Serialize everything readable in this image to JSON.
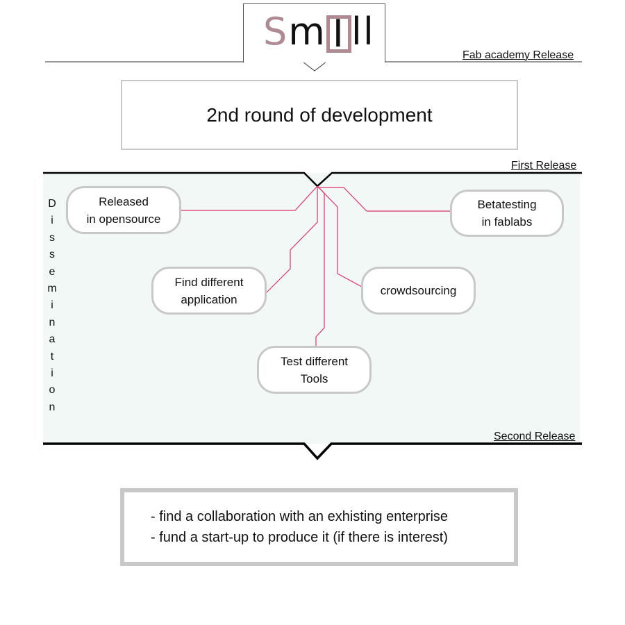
{
  "logo": {
    "text_s": "S",
    "text_m": "m",
    "text_i": "I",
    "text_ll": "ll"
  },
  "labels": {
    "fab_academy_release": "Fab academy Release",
    "first_release": "First Release",
    "second_release": "Second Release"
  },
  "title": "2nd round of development",
  "vertical_label": [
    "D",
    "i",
    "s",
    "s",
    "e",
    "m",
    "i",
    "n",
    "a",
    "t",
    "i",
    "o",
    "n"
  ],
  "nodes": {
    "released": "Released\nin opensource",
    "betatesting": "Betatesting\nin fablabs",
    "find_application": "Find different\napplication",
    "crowdsourcing": "crowdsourcing",
    "test_tools": "Test different\nTools"
  },
  "bottom": {
    "line1": "- find a collaboration with an exhisting enterprise",
    "line2": "- fund a start-up to produce it (if there is interest)"
  },
  "colors": {
    "connector": "#e0306a",
    "band": "#f1f8f6",
    "border": "#c8c8c8",
    "logo_accent": "#b08a93"
  }
}
